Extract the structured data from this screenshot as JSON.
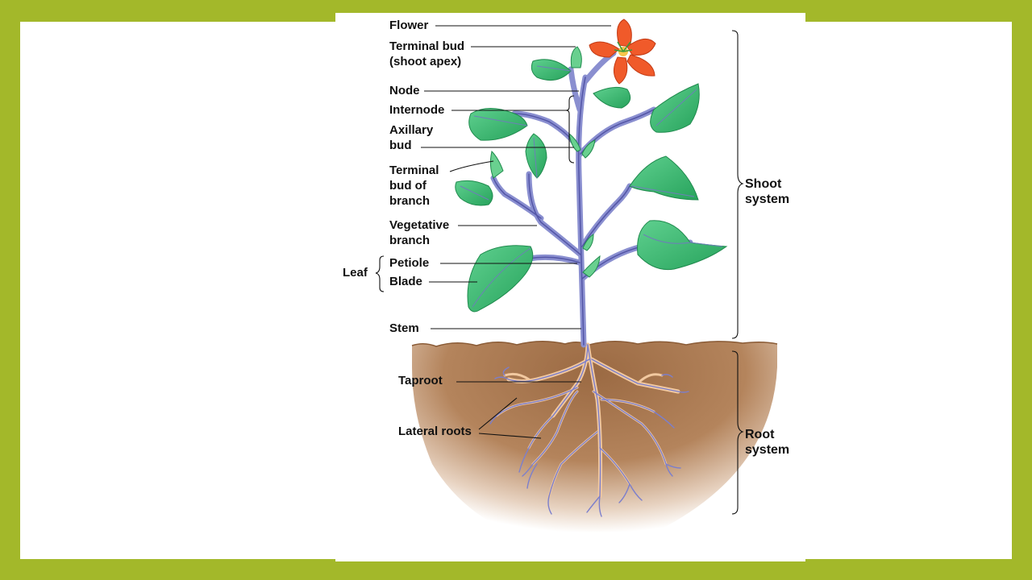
{
  "labels": {
    "flower": "Flower",
    "terminal_bud_1": "Terminal bud",
    "terminal_bud_2": "(shoot apex)",
    "node": "Node",
    "internode": "Internode",
    "axillary_1": "Axillary",
    "axillary_2": "bud",
    "tbb_1": "Terminal",
    "tbb_2": "bud of",
    "tbb_3": "branch",
    "vegetative_1": "Vegetative",
    "vegetative_2": "branch",
    "petiole": "Petiole",
    "blade": "Blade",
    "leaf": "Leaf",
    "stem": "Stem",
    "taproot": "Taproot",
    "lateral_roots": "Lateral roots",
    "shoot_1": "Shoot",
    "shoot_2": "system",
    "root_1": "Root",
    "root_2": "system"
  },
  "colors": {
    "frame": "#a3b82a",
    "leaf": "#2fb36b",
    "leaf_vein": "#6d7fb8",
    "stem": "#8a8fd0",
    "flower": "#f05a2a",
    "soil": "#9b6a43",
    "root": "#f2c9a0"
  }
}
